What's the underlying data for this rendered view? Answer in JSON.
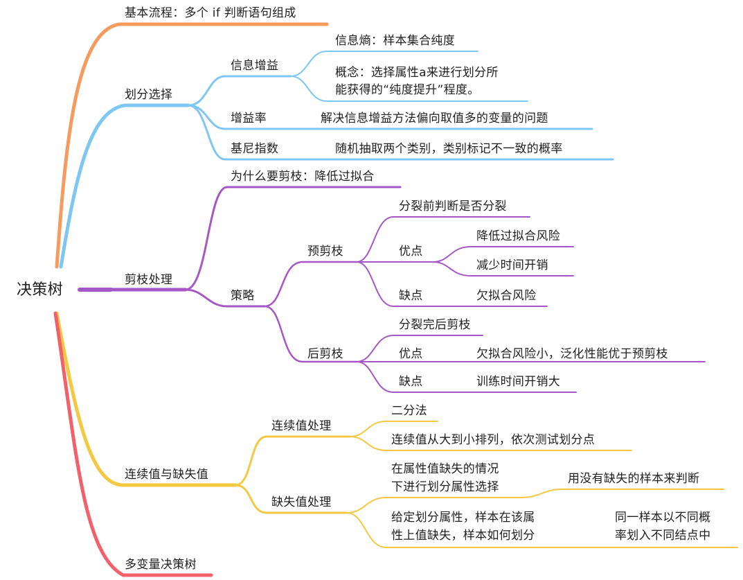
{
  "colors": {
    "orange": "#F79A5E",
    "blue": "#7EC7F2",
    "purple": "#A657C7",
    "yellow": "#F5C842",
    "red": "#F2616A"
  },
  "root": {
    "label": "决策树"
  },
  "branches": {
    "flow": {
      "label": "基本流程：多个 if 判断语句组成"
    },
    "split": {
      "label": "划分选择",
      "info_gain": {
        "label": "信息增益",
        "entropy": "信息熵：样本集合纯度",
        "concept_line1": "概念：选择属性a来进行划分所",
        "concept_line2": "能获得的“纯度提升”程度。"
      },
      "gain_ratio": {
        "label": "增益率",
        "desc": "解决信息增益方法偏向取值多的变量的问题"
      },
      "gini": {
        "label": "基尼指数",
        "desc": "随机抽取两个类别，类别标记不一致的概率"
      }
    },
    "prune": {
      "label": "剪枝处理",
      "why": "为什么要剪枝：降低过拟合",
      "strategy": {
        "label": "策略",
        "pre": {
          "label": "预剪枝",
          "desc": "分裂前判断是否分裂",
          "pros": {
            "label": "优点",
            "item1": "降低过拟合风险",
            "item2": "减少时间开销"
          },
          "cons": {
            "label": "缺点",
            "item1": "欠拟合风险"
          }
        },
        "post": {
          "label": "后剪枝",
          "desc": "分裂完后剪枝",
          "pros": {
            "label": "优点",
            "item1": "欠拟合风险小，泛化性能优于预剪枝"
          },
          "cons": {
            "label": "缺点",
            "item1": "训练时间开销大"
          }
        }
      }
    },
    "continuous_missing": {
      "label": "连续值与缺失值",
      "continuous": {
        "label": "连续值处理",
        "item1": "二分法",
        "item2": "连续值从大到小排列，依次测试划分点"
      },
      "missing": {
        "label": "缺失值处理",
        "q1_line1": "在属性值缺失的情况",
        "q1_line2": "下进行划分属性选择",
        "a1": "用没有缺失的样本来判断",
        "q2_line1": "给定划分属性，样本在该属",
        "q2_line2": "性上值缺失，样本如何划分",
        "a2_line1": "同一样本以不同概",
        "a2_line2": "率划入不同结点中"
      }
    },
    "multivariate": {
      "label": "多变量决策树"
    }
  }
}
